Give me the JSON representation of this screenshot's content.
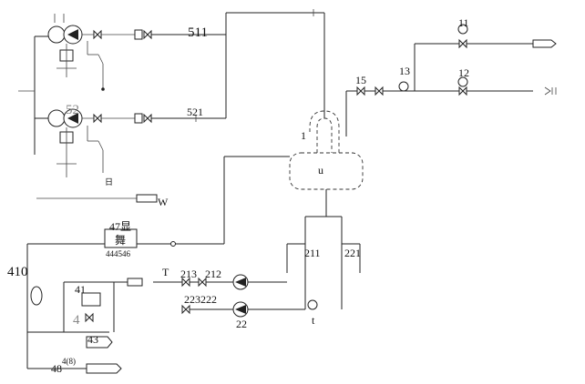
{
  "labels": {
    "l511": "511",
    "l521": "521",
    "l52": "52",
    "l11": "11",
    "l12": "12",
    "l13": "13",
    "l15": "15",
    "lu": "u",
    "lW": "W",
    "l47": "47显",
    "l47sub": "舞",
    "l444546": "444546",
    "l410": "410",
    "l41": "41",
    "l4": "4",
    "l43": "43",
    "l48": "48",
    "l48b": "4(8)",
    "l213": "213",
    "l212": "212",
    "l223": "223222",
    "l22": "22",
    "l211": "211",
    "l221": "221",
    "lT": "T",
    "lt": "t",
    "l1": "1",
    "lE": "日"
  }
}
